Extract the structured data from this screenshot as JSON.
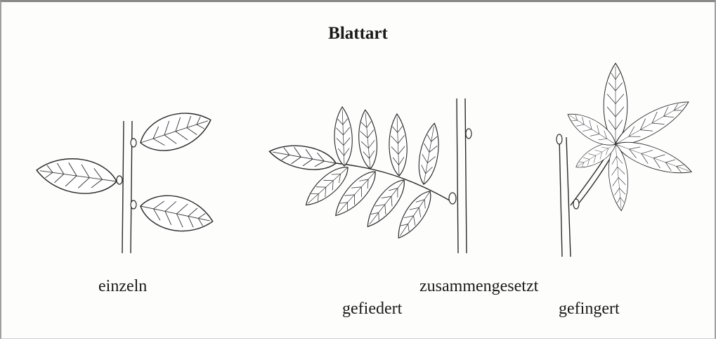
{
  "title": "Blattart",
  "captions": {
    "einzeln": "einzeln",
    "zusammengesetzt": "zusammengesetzt",
    "gefiedert": "gefiedert",
    "gefingert": "gefingert"
  }
}
